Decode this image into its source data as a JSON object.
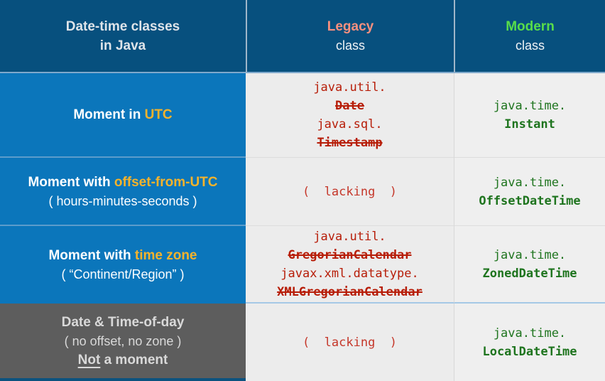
{
  "title": "Date-time classes in Java — Legacy vs Modern comparison table",
  "colors": {
    "header_navy": "#07507E",
    "row_blue": "#0B76BB",
    "row_gray": "#5D5D5D",
    "accent_yellow": "#F6B32B",
    "legacy_salmon": "#F9907E",
    "modern_green": "#58DD4A",
    "code_red": "#B71D08",
    "code_green": "#1E741E",
    "col2_bg": "#ECECEC",
    "col3_bg": "#EFEFEF",
    "separator_light_blue": "#A5C8E6"
  },
  "header": {
    "col1_line1": "Date-time classes",
    "col1_line2": "in Java",
    "legacy_label": "Legacy",
    "legacy_sub": "class",
    "modern_label": "Modern",
    "modern_sub": "class"
  },
  "rows": [
    {
      "label_prefix": "Moment in ",
      "label_accent": "UTC",
      "legacy_lines": [
        "java.util.",
        "Date",
        "java.sql.",
        "Timestamp"
      ],
      "modern_pkg": "java.time.",
      "modern_class": "Instant"
    },
    {
      "label_prefix": "Moment with ",
      "label_accent": "offset-from-UTC",
      "label_sub": "( hours-minutes-seconds )",
      "legacy_lacking": "(  lacking  )",
      "modern_pkg": "java.time.",
      "modern_class": "OffsetDateTime"
    },
    {
      "label_prefix": "Moment with ",
      "label_accent": "time zone",
      "label_sub": "( “Continent/Region” )",
      "legacy_lines": [
        "java.util.",
        "GregorianCalendar",
        "javax.xml.datatype.",
        "XMLGregorianCalendar"
      ],
      "modern_pkg": "java.time.",
      "modern_class": "ZonedDateTime"
    },
    {
      "label_title": "Date & Time-of-day",
      "label_sub": "( no offset, no zone )",
      "label_line3_underlined": "Not",
      "label_line3_rest": " a moment",
      "legacy_lacking": "(  lacking  )",
      "modern_pkg": "java.time.",
      "modern_class": "LocalDateTime"
    }
  ]
}
